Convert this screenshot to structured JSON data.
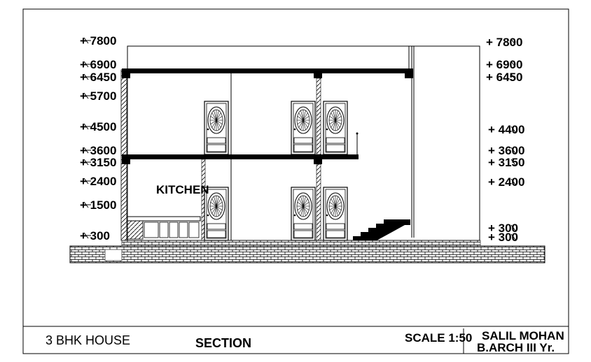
{
  "levels_left": [
    {
      "label": "7800",
      "marker": "+"
    },
    {
      "label": "6900",
      "marker": "+"
    },
    {
      "label": "6450",
      "marker": "+"
    },
    {
      "label": "5700",
      "marker": "+"
    },
    {
      "label": "4500",
      "marker": "+"
    },
    {
      "label": "3600",
      "marker": "+"
    },
    {
      "label": "3150",
      "marker": "+"
    },
    {
      "label": "2400",
      "marker": "+"
    },
    {
      "label": "1500",
      "marker": "+"
    },
    {
      "label": "300",
      "marker": "+"
    }
  ],
  "levels_right": [
    {
      "label": "+ 7800"
    },
    {
      "label": "+ 6900"
    },
    {
      "label": "+ 6450"
    },
    {
      "label": "+ 4400"
    },
    {
      "label": "+ 3600"
    },
    {
      "label": "+ 3150"
    },
    {
      "label": "+ 2400"
    },
    {
      "label": "+ 300"
    },
    {
      "label": "+ 300"
    }
  ],
  "room_labels": {
    "kitchen": "KITCHEN"
  },
  "title_block": {
    "project": "3 BHK HOUSE",
    "sheet": "SECTION",
    "scale": "SCALE 1:50",
    "author": "SALIL MOHAN",
    "course": "B.ARCH III Yr."
  }
}
